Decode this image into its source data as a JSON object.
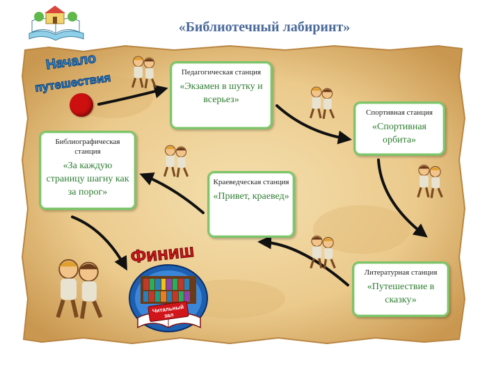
{
  "title": "«Библиотечный лабиринт»",
  "start_label_line1": "Начало",
  "start_label_line2": "путешествия",
  "finish_label": "Финиш",
  "library_sign_line1": "Читальный",
  "library_sign_line2": "зал",
  "stations": [
    {
      "label": "Педагогическая станция",
      "name": "«Экзамен в шутку и всерьез»"
    },
    {
      "label": "Спортивная станция",
      "name": "«Спортивная орбита»"
    },
    {
      "label": "Библиографическая станция",
      "name": "«За каждую страницу шагну как за порог»"
    },
    {
      "label": "Краеведческая станция",
      "name": "«Привет, краевед»"
    },
    {
      "label": "Литературная станция",
      "name": "«Путешествие в сказку»"
    }
  ],
  "colors": {
    "parchment": "#e9c98c",
    "parchment_edge": "#c9974f",
    "station_border": "#7cc56a",
    "station_name": "#2e7d32",
    "title": "#4a6a9a",
    "start_dot": "#cc1010",
    "finish_text": "#d0151b"
  }
}
